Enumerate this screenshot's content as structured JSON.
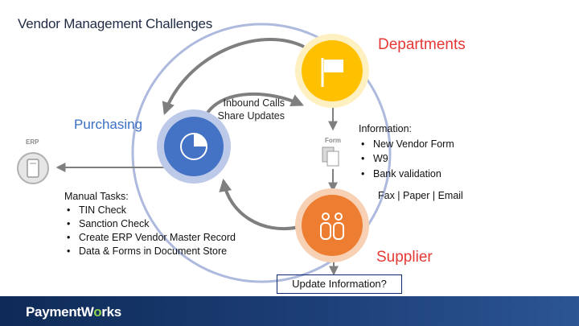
{
  "title": "Vendor Management Challenges",
  "nodes": {
    "departments": "Departments",
    "purchasing": "Purchasing",
    "supplier": "Supplier",
    "erp_label": "ERP",
    "form_label": "Form"
  },
  "inbound": {
    "line1": "Inbound Calls",
    "line2": "Share Updates"
  },
  "information": {
    "heading": "Information:",
    "items": [
      "New Vendor Form",
      "W9",
      "Bank validation"
    ]
  },
  "channels": "Fax | Paper | Email",
  "tasks": {
    "heading": "Manual Tasks:",
    "items": [
      "TIN Check",
      "Sanction Check",
      "Create ERP Vendor Master Record",
      "Data & Forms in Document Store"
    ]
  },
  "update_box": "Update Information?",
  "footer": {
    "logo_main": "PaymentW",
    "logo_accent": "o",
    "logo_end": "rks"
  },
  "colors": {
    "departments": "#ffc000",
    "purchasing": "#4472c4",
    "supplier": "#ed7d31",
    "arrows": "#7f7f7f",
    "accent_red": "#e53935"
  }
}
